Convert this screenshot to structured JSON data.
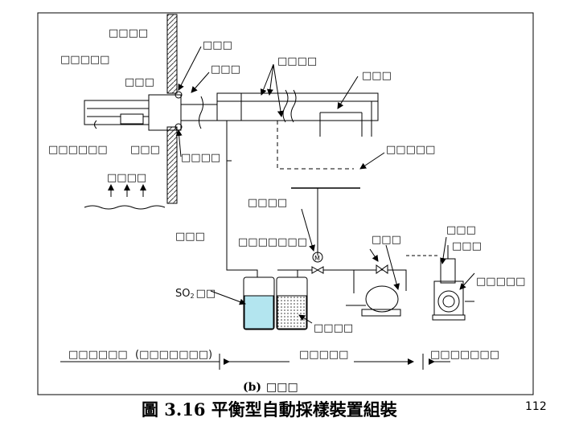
{
  "diagram": {
    "labels": {
      "top_left_1": "□□□□",
      "top_left_2": "□□□□□",
      "top_left_3": "□□□",
      "top_mid_1": "□□□",
      "top_mid_2": "□□□",
      "top_mid_3": "□□□□",
      "top_right": "□□□",
      "left_lower_1": "□□□□□□",
      "left_lower_2": "□□□",
      "center_lower": "□□□□",
      "right_mid": "□□□□□",
      "left_bottom": "□□□□",
      "mid_label_1": "□□□□",
      "left_pipe": "□□□",
      "valve_label": "□□□□□□□",
      "pump_label": "□□□",
      "right_top_1": "□□□",
      "right_top_2": "□□□",
      "right_top_3": "□□□□□",
      "so2_prefix": "SO",
      "so2_sub": "2",
      "so2_suffix": "□□",
      "bottle_label": "□□□□",
      "bottom_left": "□□□□□□",
      "bottom_left_paren": "(□□□□□□□)",
      "bottom_mid": "□□□□□",
      "bottom_right": "□□□□□□□",
      "sub_caption_b": "(b)",
      "sub_caption_rest": "□□□"
    }
  },
  "caption": "圖 3.16 平衡型自動採樣裝置組裝",
  "page_number": "112"
}
